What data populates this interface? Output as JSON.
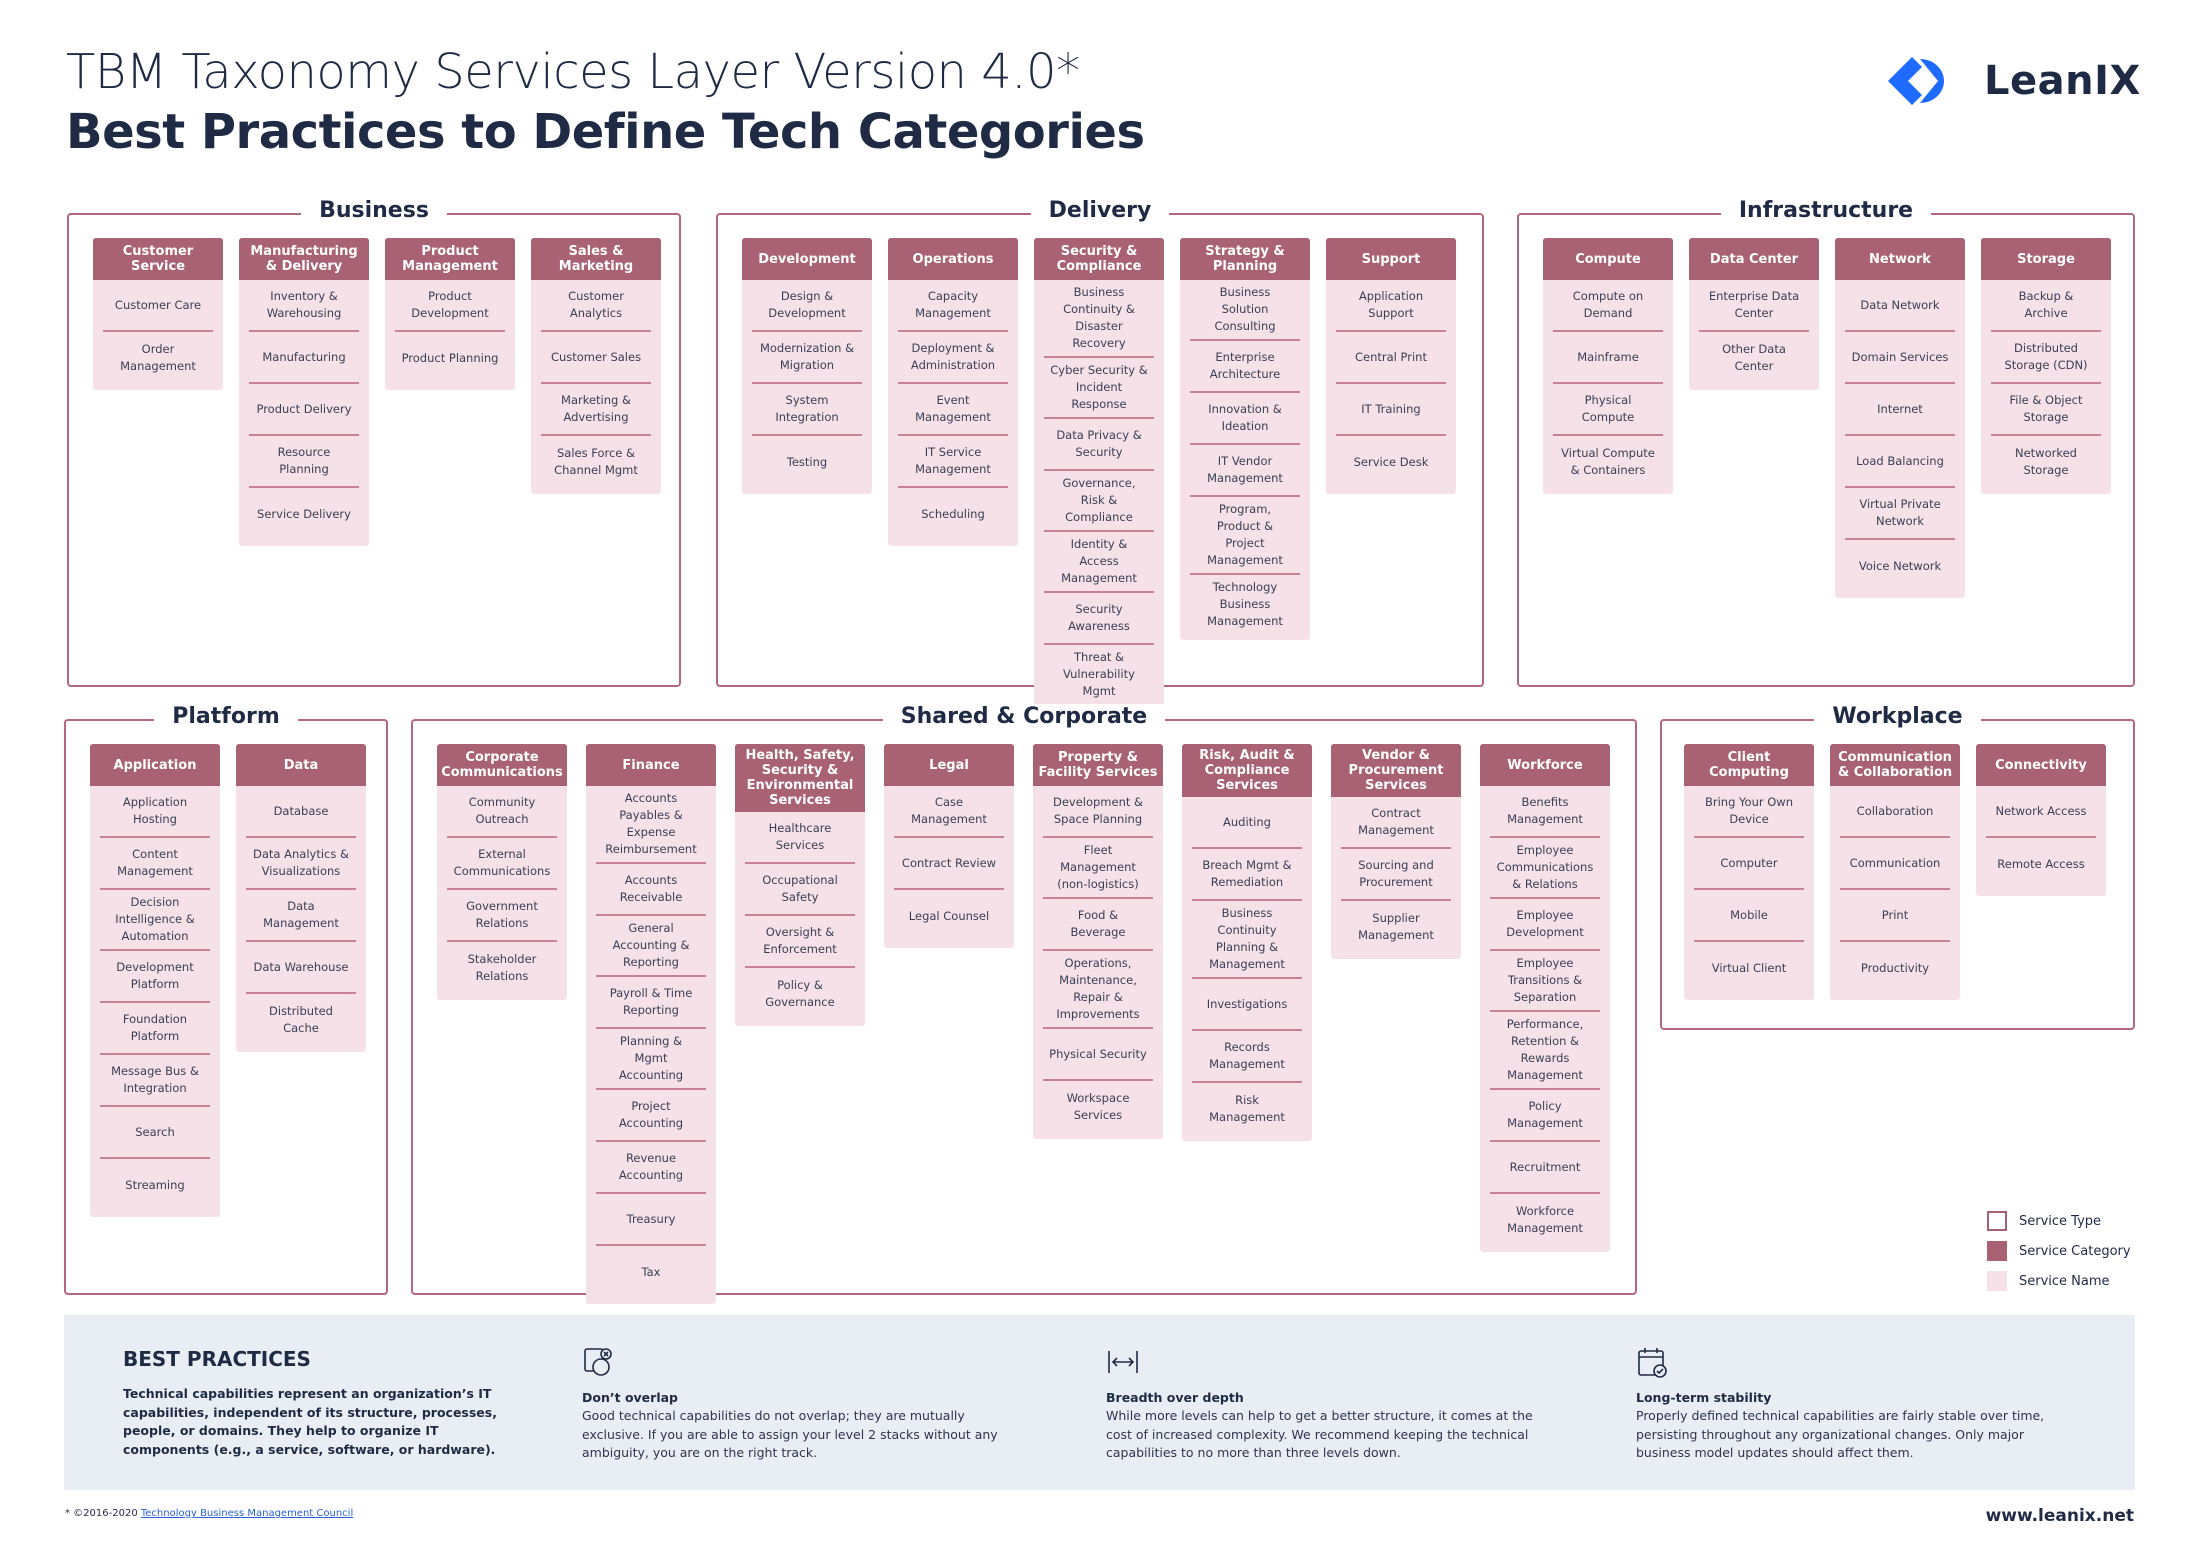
{
  "header": {
    "title": "TBM Taxonomy Services Layer Version 4.0*",
    "subtitle": "Best Practices to Define Tech Categories",
    "logo_text": "LeanIX"
  },
  "colors": {
    "category": "#a86274",
    "service_name_bg": "#f5e1e7",
    "border": "#b5677c",
    "brand_blue": "#1f6bff",
    "text": "#1f2a44"
  },
  "sections": [
    {
      "title": "Business",
      "categories": [
        {
          "name": "Customer Service",
          "items": [
            "Customer Care",
            "Order Management"
          ]
        },
        {
          "name": "Manufacturing & Delivery",
          "items": [
            "Inventory & Warehousing",
            "Manufacturing",
            "Product Delivery",
            "Resource Planning",
            "Service Delivery"
          ]
        },
        {
          "name": "Product Management",
          "items": [
            "Product Development",
            "Product Planning"
          ]
        },
        {
          "name": "Sales & Marketing",
          "items": [
            "Customer Analytics",
            "Customer Sales",
            "Marketing & Advertising",
            "Sales Force & Channel Mgmt"
          ]
        }
      ]
    },
    {
      "title": "Delivery",
      "categories": [
        {
          "name": "Development",
          "items": [
            "Design & Development",
            "Modernization & Migration",
            "System Integration",
            "Testing"
          ]
        },
        {
          "name": "Operations",
          "items": [
            "Capacity Management",
            "Deployment & Administration",
            "Event Management",
            "IT Service Management",
            "Scheduling"
          ]
        },
        {
          "name": "Security & Compliance",
          "items": [
            "Business Continuity & Disaster Recovery",
            "Cyber Security & Incident Response",
            "Data Privacy & Security",
            "Governance, Risk & Compliance",
            "Identity & Access Management",
            "Security Awareness",
            "Threat & Vulnerability Mgmt"
          ]
        },
        {
          "name": "Strategy & Planning",
          "items": [
            "Business Solution Consulting",
            "Enterprise Architecture",
            "Innovation & Ideation",
            "IT Vendor Management",
            "Program, Product & Project Management",
            "Technology Business Management"
          ]
        },
        {
          "name": "Support",
          "items": [
            "Application Support",
            "Central Print",
            "IT Training",
            "Service Desk"
          ]
        }
      ]
    },
    {
      "title": "Infrastructure",
      "categories": [
        {
          "name": "Compute",
          "items": [
            "Compute on Demand",
            "Mainframe",
            "Physical Compute",
            "Virtual Compute & Containers"
          ]
        },
        {
          "name": "Data Center",
          "items": [
            "Enterprise Data Center",
            "Other Data Center"
          ]
        },
        {
          "name": "Network",
          "items": [
            "Data Network",
            "Domain Services",
            "Internet",
            "Load Balancing",
            "Virtual Private Network",
            "Voice Network"
          ]
        },
        {
          "name": "Storage",
          "items": [
            "Backup & Archive",
            "Distributed Storage (CDN)",
            "File & Object Storage",
            "Networked Storage"
          ]
        }
      ]
    },
    {
      "title": "Platform",
      "categories": [
        {
          "name": "Application",
          "items": [
            "Application Hosting",
            "Content Management",
            "Decision Intelligence & Automation",
            "Development Platform",
            "Foundation Platform",
            "Message Bus & Integration",
            "Search",
            "Streaming"
          ]
        },
        {
          "name": "Data",
          "items": [
            "Database",
            "Data Analytics & Visualizations",
            "Data Management",
            "Data Warehouse",
            "Distributed Cache"
          ]
        }
      ]
    },
    {
      "title": "Shared & Corporate",
      "categories": [
        {
          "name": "Corporate Communications",
          "items": [
            "Community Outreach",
            "External Communications",
            "Government Relations",
            "Stakeholder Relations"
          ]
        },
        {
          "name": "Finance",
          "items": [
            "Accounts Payables & Expense Reimbursement",
            "Accounts Receivable",
            "General Accounting & Reporting",
            "Payroll & Time Reporting",
            "Planning & Mgmt Accounting",
            "Project Accounting",
            "Revenue Accounting",
            "Treasury",
            "Tax"
          ]
        },
        {
          "name": "Health, Safety, Security & Environmental Services",
          "items": [
            "Healthcare Services",
            "Occupational Safety",
            "Oversight & Enforcement",
            "Policy & Governance"
          ]
        },
        {
          "name": "Legal",
          "items": [
            "Case Management",
            "Contract Review",
            "Legal Counsel"
          ]
        },
        {
          "name": "Property & Facility Services",
          "items": [
            "Development & Space Planning",
            "Fleet Management (non-logistics)",
            "Food & Beverage",
            "Operations, Maintenance, Repair & Improvements",
            "Physical Security",
            "Workspace Services"
          ]
        },
        {
          "name": "Risk, Audit & Compliance Services",
          "items": [
            "Auditing",
            "Breach Mgmt & Remediation",
            "Business Continuity Planning & Management",
            "Investigations",
            "Records Management",
            "Risk Management"
          ]
        },
        {
          "name": "Vendor & Procurement Services",
          "items": [
            "Contract Management",
            "Sourcing and Procurement",
            "Supplier Management"
          ]
        },
        {
          "name": "Workforce",
          "items": [
            "Benefits Management",
            "Employee Communications & Relations",
            "Employee Development",
            "Employee Transitions & Separation",
            "Performance, Retention & Rewards Management",
            "Policy Management",
            "Recruitment",
            "Workforce Management"
          ]
        }
      ]
    },
    {
      "title": "Workplace",
      "categories": [
        {
          "name": "Client Computing",
          "items": [
            "Bring Your Own Device",
            "Computer",
            "Mobile",
            "Virtual Client"
          ]
        },
        {
          "name": "Communication & Collaboration",
          "items": [
            "Collaboration",
            "Communication",
            "Print",
            "Productivity"
          ]
        },
        {
          "name": "Connectivity",
          "items": [
            "Network Access",
            "Remote Access"
          ]
        }
      ]
    }
  ],
  "legend": {
    "service_type": "Service Type",
    "service_category": "Service Category",
    "service_name": "Service Name"
  },
  "best_practices": {
    "heading": "BEST PRACTICES",
    "intro": "Technical capabilities represent an organization’s IT capabilities, independent of its structure, processes, people, or domains. They help to organize IT components (e.g., a service, software, or hardware).",
    "points": [
      {
        "icon": "no-overlap-icon",
        "title": "Don’t overlap",
        "text": "Good technical capabilities do not overlap; they are mutually exclusive. If you are able to assign your level 2 stacks without any ambiguity, you are on the right track."
      },
      {
        "icon": "breadth-arrows-icon",
        "title": "Breadth over depth",
        "text": "While more levels can help to get a better structure, it comes at the cost of increased complexity. We recommend keeping the technical capabilities to no more than three levels down."
      },
      {
        "icon": "calendar-check-icon",
        "title": "Long-term stability",
        "text": "Properly defined technical capabilities are fairly stable over time, persisting throughout any organizational changes. Only major business model updates should affect them."
      }
    ]
  },
  "footer": {
    "copyright": "* ©2016-2020 ",
    "link_text": "Technology Business Management Council",
    "website": "www.leanix.net"
  }
}
